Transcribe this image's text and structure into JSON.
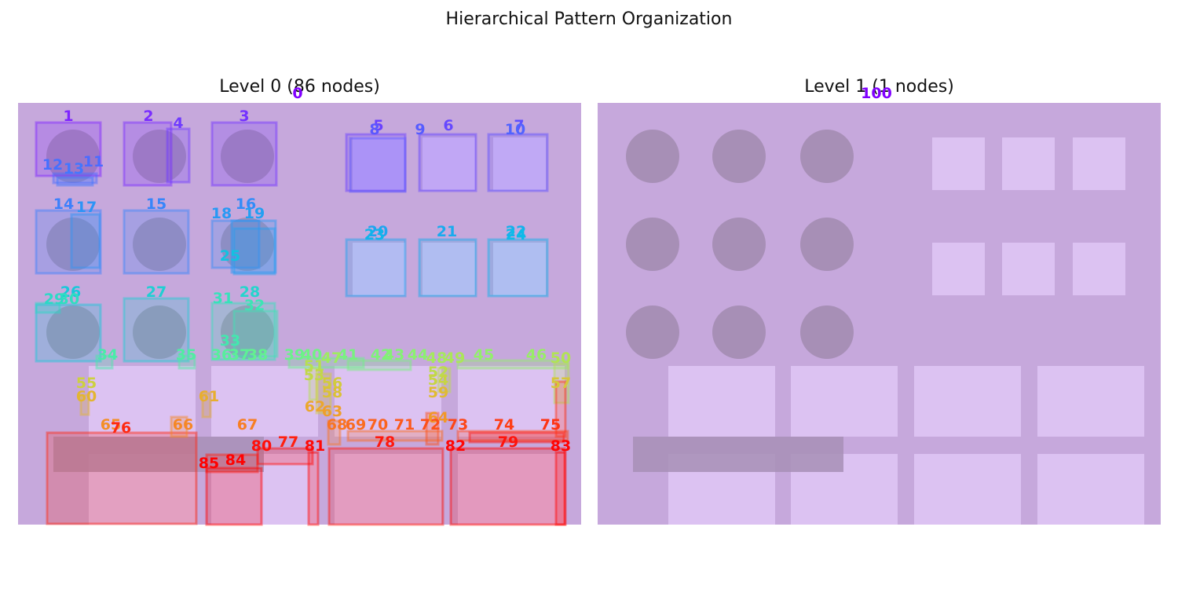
{
  "figure": {
    "title": "Hierarchical Pattern Organization"
  },
  "palette": {
    "background": "#c6a8dc",
    "dot": "#a78fb6",
    "light": "#dcc2f2"
  },
  "panels": [
    {
      "title": "Level 0 (86 nodes)"
    },
    {
      "title": "Level 1 (1 nodes)"
    }
  ],
  "level0_nodes": [
    {
      "id": "1",
      "c": "#7f24ff"
    },
    {
      "id": "2",
      "c": "#7a2dff"
    },
    {
      "id": "3",
      "c": "#7432ff"
    },
    {
      "id": "4",
      "c": "#6f3aff"
    },
    {
      "id": "5",
      "c": "#6a41ff"
    },
    {
      "id": "6",
      "c": "#6548ff"
    },
    {
      "id": "7",
      "c": "#6050ff"
    },
    {
      "id": "8",
      "c": "#5b57ff"
    },
    {
      "id": "9",
      "c": "#565cff"
    },
    {
      "id": "10",
      "c": "#5163ff"
    },
    {
      "id": "11",
      "c": "#4b6cff"
    },
    {
      "id": "12",
      "c": "#4670ff"
    },
    {
      "id": "13",
      "c": "#4177ff"
    },
    {
      "id": "14",
      "c": "#3c80fc"
    },
    {
      "id": "15",
      "c": "#3785fa"
    },
    {
      "id": "16",
      "c": "#328cf8"
    },
    {
      "id": "17",
      "c": "#2d94f6"
    },
    {
      "id": "18",
      "c": "#2899f4"
    },
    {
      "id": "19",
      "c": "#239ff2"
    },
    {
      "id": "20",
      "c": "#1ea5f0"
    },
    {
      "id": "21",
      "c": "#19abee"
    },
    {
      "id": "22",
      "c": "#14b1ec"
    },
    {
      "id": "23",
      "c": "#10b5ea"
    },
    {
      "id": "24",
      "c": "#0cbbe8"
    },
    {
      "id": "25",
      "c": "#12c2e0"
    },
    {
      "id": "26",
      "c": "#18c8da"
    },
    {
      "id": "27",
      "c": "#1fcfd3"
    },
    {
      "id": "28",
      "c": "#25d5cc"
    },
    {
      "id": "29",
      "c": "#2bd9c6"
    },
    {
      "id": "30",
      "c": "#31dec0"
    },
    {
      "id": "31",
      "c": "#37e2ba"
    },
    {
      "id": "32",
      "c": "#3de5b4"
    },
    {
      "id": "33",
      "c": "#43e8ae"
    },
    {
      "id": "34",
      "c": "#4aeba8"
    },
    {
      "id": "35",
      "c": "#50eda2"
    },
    {
      "id": "36",
      "c": "#56ef9c"
    },
    {
      "id": "37",
      "c": "#5cf096"
    },
    {
      "id": "38",
      "c": "#62f190"
    },
    {
      "id": "39",
      "c": "#69f28a"
    },
    {
      "id": "40",
      "c": "#70f284"
    },
    {
      "id": "41",
      "c": "#77f27f"
    },
    {
      "id": "42",
      "c": "#7ef27a"
    },
    {
      "id": "43",
      "c": "#84f175"
    },
    {
      "id": "44",
      "c": "#8bf070"
    },
    {
      "id": "45",
      "c": "#92ef6b"
    },
    {
      "id": "46",
      "c": "#98ed66"
    },
    {
      "id": "47",
      "c": "#9eeb61"
    },
    {
      "id": "48",
      "c": "#a5e95d"
    },
    {
      "id": "49",
      "c": "#abe658"
    },
    {
      "id": "50",
      "c": "#b1e354"
    },
    {
      "id": "51",
      "c": "#b6e050"
    },
    {
      "id": "52",
      "c": "#bcdc4c"
    },
    {
      "id": "53",
      "c": "#c2d848"
    },
    {
      "id": "54",
      "c": "#c7d444"
    },
    {
      "id": "55",
      "c": "#ccd040"
    },
    {
      "id": "56",
      "c": "#d1cb3d"
    },
    {
      "id": "57",
      "c": "#d6c63a"
    },
    {
      "id": "58",
      "c": "#dac137"
    },
    {
      "id": "59",
      "c": "#dfbb34"
    },
    {
      "id": "60",
      "c": "#e3b531"
    },
    {
      "id": "61",
      "c": "#e7ae2f"
    },
    {
      "id": "62",
      "c": "#eba72d"
    },
    {
      "id": "63",
      "c": "#ee9f2b"
    },
    {
      "id": "64",
      "c": "#f19829"
    },
    {
      "id": "65",
      "c": "#f38f27"
    },
    {
      "id": "66",
      "c": "#f58725"
    },
    {
      "id": "67",
      "c": "#f77e23"
    },
    {
      "id": "68",
      "c": "#f97521"
    },
    {
      "id": "69",
      "c": "#fa6c1f"
    },
    {
      "id": "70",
      "c": "#fb631d"
    },
    {
      "id": "71",
      "c": "#fc591b"
    },
    {
      "id": "72",
      "c": "#fd5019"
    },
    {
      "id": "73",
      "c": "#fd4617"
    },
    {
      "id": "74",
      "c": "#fe3d15"
    },
    {
      "id": "75",
      "c": "#fe3313"
    },
    {
      "id": "76",
      "c": "#fe2911"
    },
    {
      "id": "77",
      "c": "#ff200f"
    },
    {
      "id": "78",
      "c": "#ff190d"
    },
    {
      "id": "79",
      "c": "#ff130b"
    },
    {
      "id": "80",
      "c": "#ff0e09"
    },
    {
      "id": "81",
      "c": "#ff0a07"
    },
    {
      "id": "82",
      "c": "#ff0705"
    },
    {
      "id": "83",
      "c": "#ff0403"
    },
    {
      "id": "84",
      "c": "#ff0201"
    },
    {
      "id": "85",
      "c": "#ff0000"
    },
    {
      "id": "0",
      "c": "#8000ff"
    }
  ],
  "level1_nodes": [
    {
      "id": "100",
      "c": "#8000ff"
    }
  ]
}
